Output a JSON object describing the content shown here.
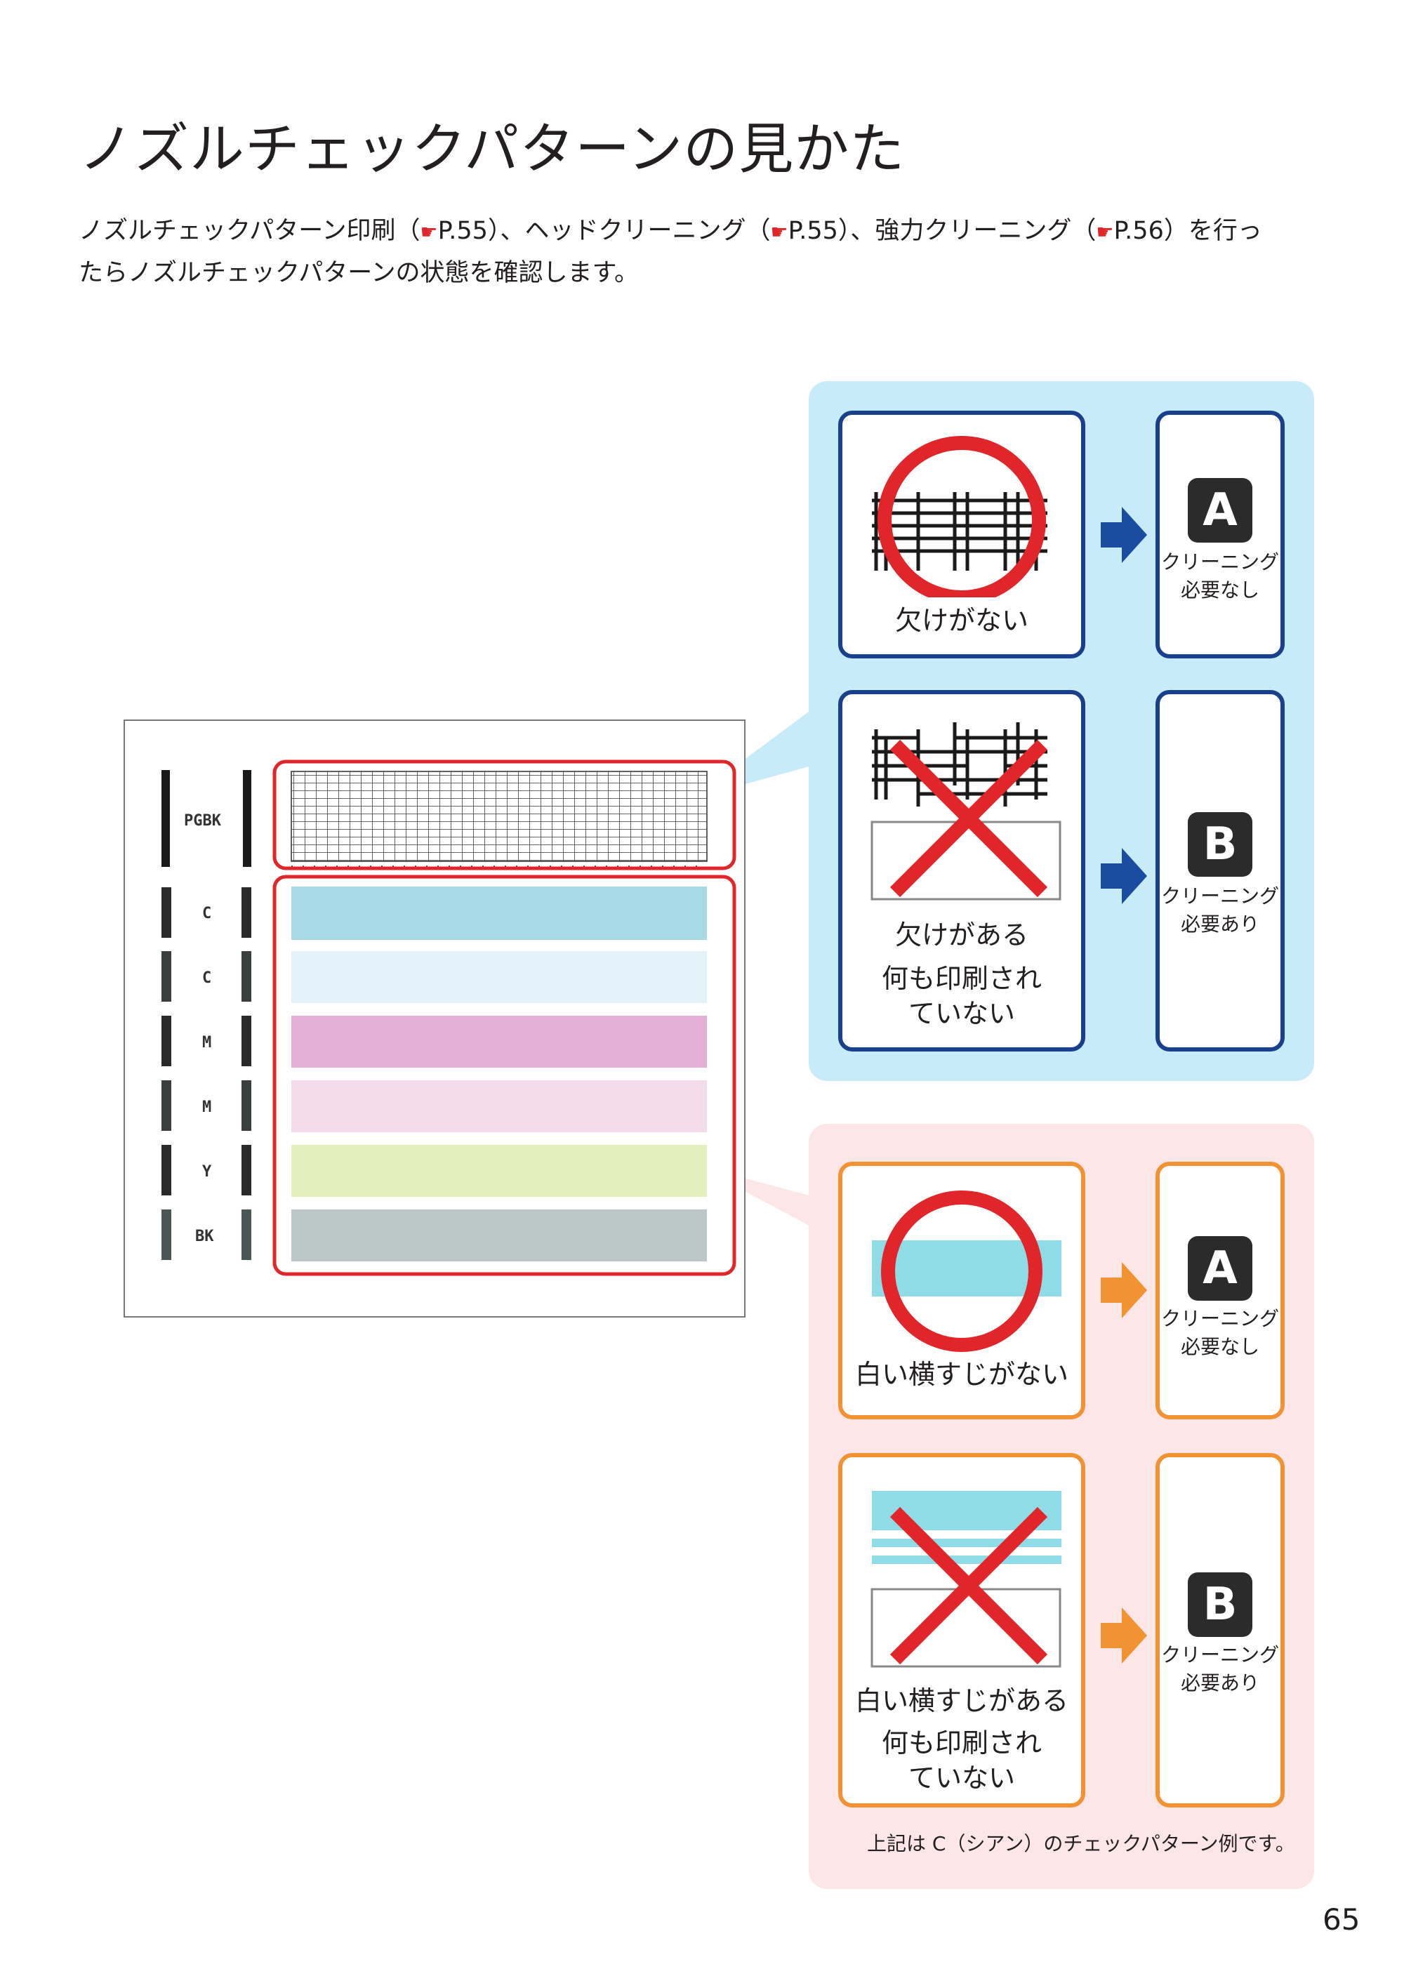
{
  "title": "ノズルチェックパターンの見かた",
  "intro": {
    "line1_a": "ノズルチェックパターン印刷（",
    "ref1": "P.55",
    "line1_b": "）、ヘッドクリーニング（",
    "ref2": "P.55",
    "line1_c": "）、強力クリーニング（",
    "ref3": "P.56",
    "line1_d": "）を行っ",
    "line2": "たらノズルチェックパターンの状態を確認します。"
  },
  "scan": {
    "labels": [
      "PGBK",
      "C",
      "C",
      "M",
      "M",
      "Y",
      "BK"
    ],
    "bar_colors": [
      "#a9dbe6",
      "#e4f3f9",
      "#e3afd6",
      "#f5dcec",
      "#e5efbe",
      "#bcc8c8"
    ]
  },
  "blue_section": {
    "ok_caption": "欠けがない",
    "ng_caption_1": "欠けがある",
    "ng_caption_2": "何も印刷され",
    "ng_caption_3": "ていない",
    "result_a_letter": "A",
    "result_a_line1": "クリーニング",
    "result_a_line2": "必要なし",
    "result_b_letter": "B",
    "result_b_line1": "クリーニング",
    "result_b_line2": "必要あり"
  },
  "pink_section": {
    "ok_caption": "白い横すじがない",
    "ng_caption_1": "白い横すじがある",
    "ng_caption_2": "何も印刷され",
    "ng_caption_3": "ていない",
    "result_a_letter": "A",
    "result_a_line1": "クリーニング",
    "result_a_line2": "必要なし",
    "result_b_letter": "B",
    "result_b_line1": "クリーニング",
    "result_b_line2": "必要あり"
  },
  "note": "上記は C（シアン）のチェックパターン例です。",
  "page_number": "65",
  "colors": {
    "blue_panel": "#c7ebf8",
    "pink_panel": "#fde6e7",
    "navy": "#1a3f8c",
    "orange": "#f39233",
    "red": "#e0262b",
    "cyan": "#8fdbe6"
  }
}
